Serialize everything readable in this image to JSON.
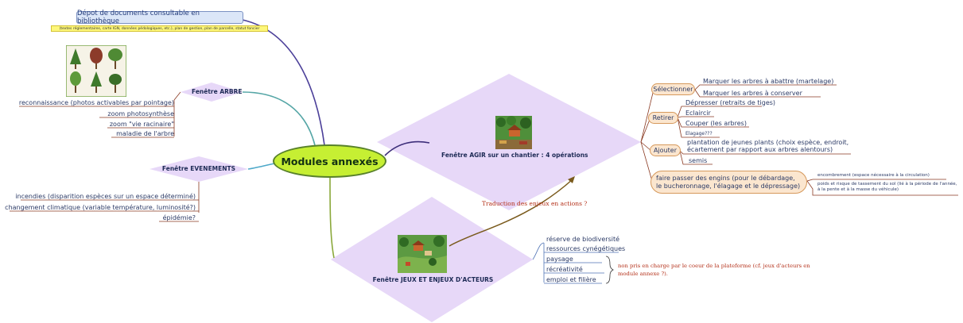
{
  "central": {
    "label": "Modules annexés"
  },
  "depot": {
    "title": "Dépot de documents consultable en bibliothèque",
    "detail": "(textes réglementaires, carte IGN, données pédologiques, etc.), plan de gestion, plan de parcelle, statut foncier"
  },
  "arbre": {
    "title": "Fenêtre ARBRE",
    "image_icon": "tree-species-chart-icon",
    "items": [
      "reconnaissance (photos activables par pointage)",
      "zoom photosynthèse",
      "zoom \"vie racinaire\"",
      "maladie de l'arbre"
    ]
  },
  "evenements": {
    "title": "Fenêtre EVENEMENTS",
    "items": [
      "incendies (disparition espèces sur un espace déterminé)",
      "changement climatique (variable température, luminosité?)",
      "épidémie?"
    ]
  },
  "agir": {
    "title": "Fenêtre AGIR sur  un chantier : 4 opérations",
    "image_icon": "forest-worksite-illustration",
    "groups": [
      {
        "label": "Sélectionner",
        "items": [
          "Marquer les arbres à abattre (martelage)",
          "Marquer les arbres à conserver"
        ]
      },
      {
        "label": "Retirer",
        "items": [
          "Dépresser (retraits de tiges)",
          "Eclaircir",
          "Couper (les arbres)",
          "Elagage???"
        ]
      },
      {
        "label": "Ajouter",
        "items": [
          "plantation de jeunes plants (choix espèce, endroit, écartement par rapport aux arbres alentours)",
          "semis"
        ]
      },
      {
        "label": "faire passer des engins (pour le débardage, le bucheronnage, l'élagage et le dépressage)",
        "items": [
          "encombrement (espace nécessaire à la circulation)",
          "poids et risque de tassement du sol (lié à la période de l'année, à la pente et à la masse du véhicule)"
        ]
      }
    ]
  },
  "jeux": {
    "title": "Fenêtre JEUX ET ENJEUX D'ACTEURS",
    "image_icon": "village-landscape-illustration",
    "items": [
      "réserve de biodiversité",
      "ressources cynégétiques",
      "paysage",
      "récréativité",
      "emploi et filière"
    ],
    "note": "non pris en charge par le coeur de la plateforme (cf. jeux d'acteurs en module annexe ?)."
  },
  "relation": {
    "label": "Traduction des enjeux en actions ?"
  },
  "colors": {
    "diamond": "#e7d8f8",
    "central_fill": "#c6ef33",
    "central_border": "#58812a",
    "underline": "#8a3a22",
    "relation": "#7a5a1c",
    "note": "#b4311a"
  }
}
